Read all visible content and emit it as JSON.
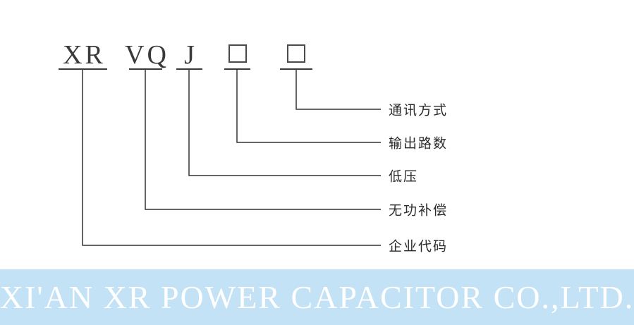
{
  "model_code": {
    "parts": [
      {
        "label": "XR",
        "type": "text"
      },
      {
        "label": "VQ",
        "type": "text"
      },
      {
        "label": "J",
        "type": "text"
      },
      {
        "label": "",
        "type": "placeholder-box"
      },
      {
        "label": "",
        "type": "placeholder-box"
      }
    ]
  },
  "legend": {
    "items": [
      {
        "label": "通讯方式"
      },
      {
        "label": "输出路数"
      },
      {
        "label": "低压"
      },
      {
        "label": "无功补偿"
      },
      {
        "label": "企业代码"
      }
    ]
  },
  "footer": {
    "company_name": "XI'AN XR POWER CAPACITOR CO.,LTD.",
    "background_color": "#c3e2f6",
    "text_color": "#ffffff"
  },
  "colors": {
    "line": "#333333",
    "code_text": "#3a3a3a",
    "label_text": "#2b2b2b",
    "background": "#ffffff"
  }
}
